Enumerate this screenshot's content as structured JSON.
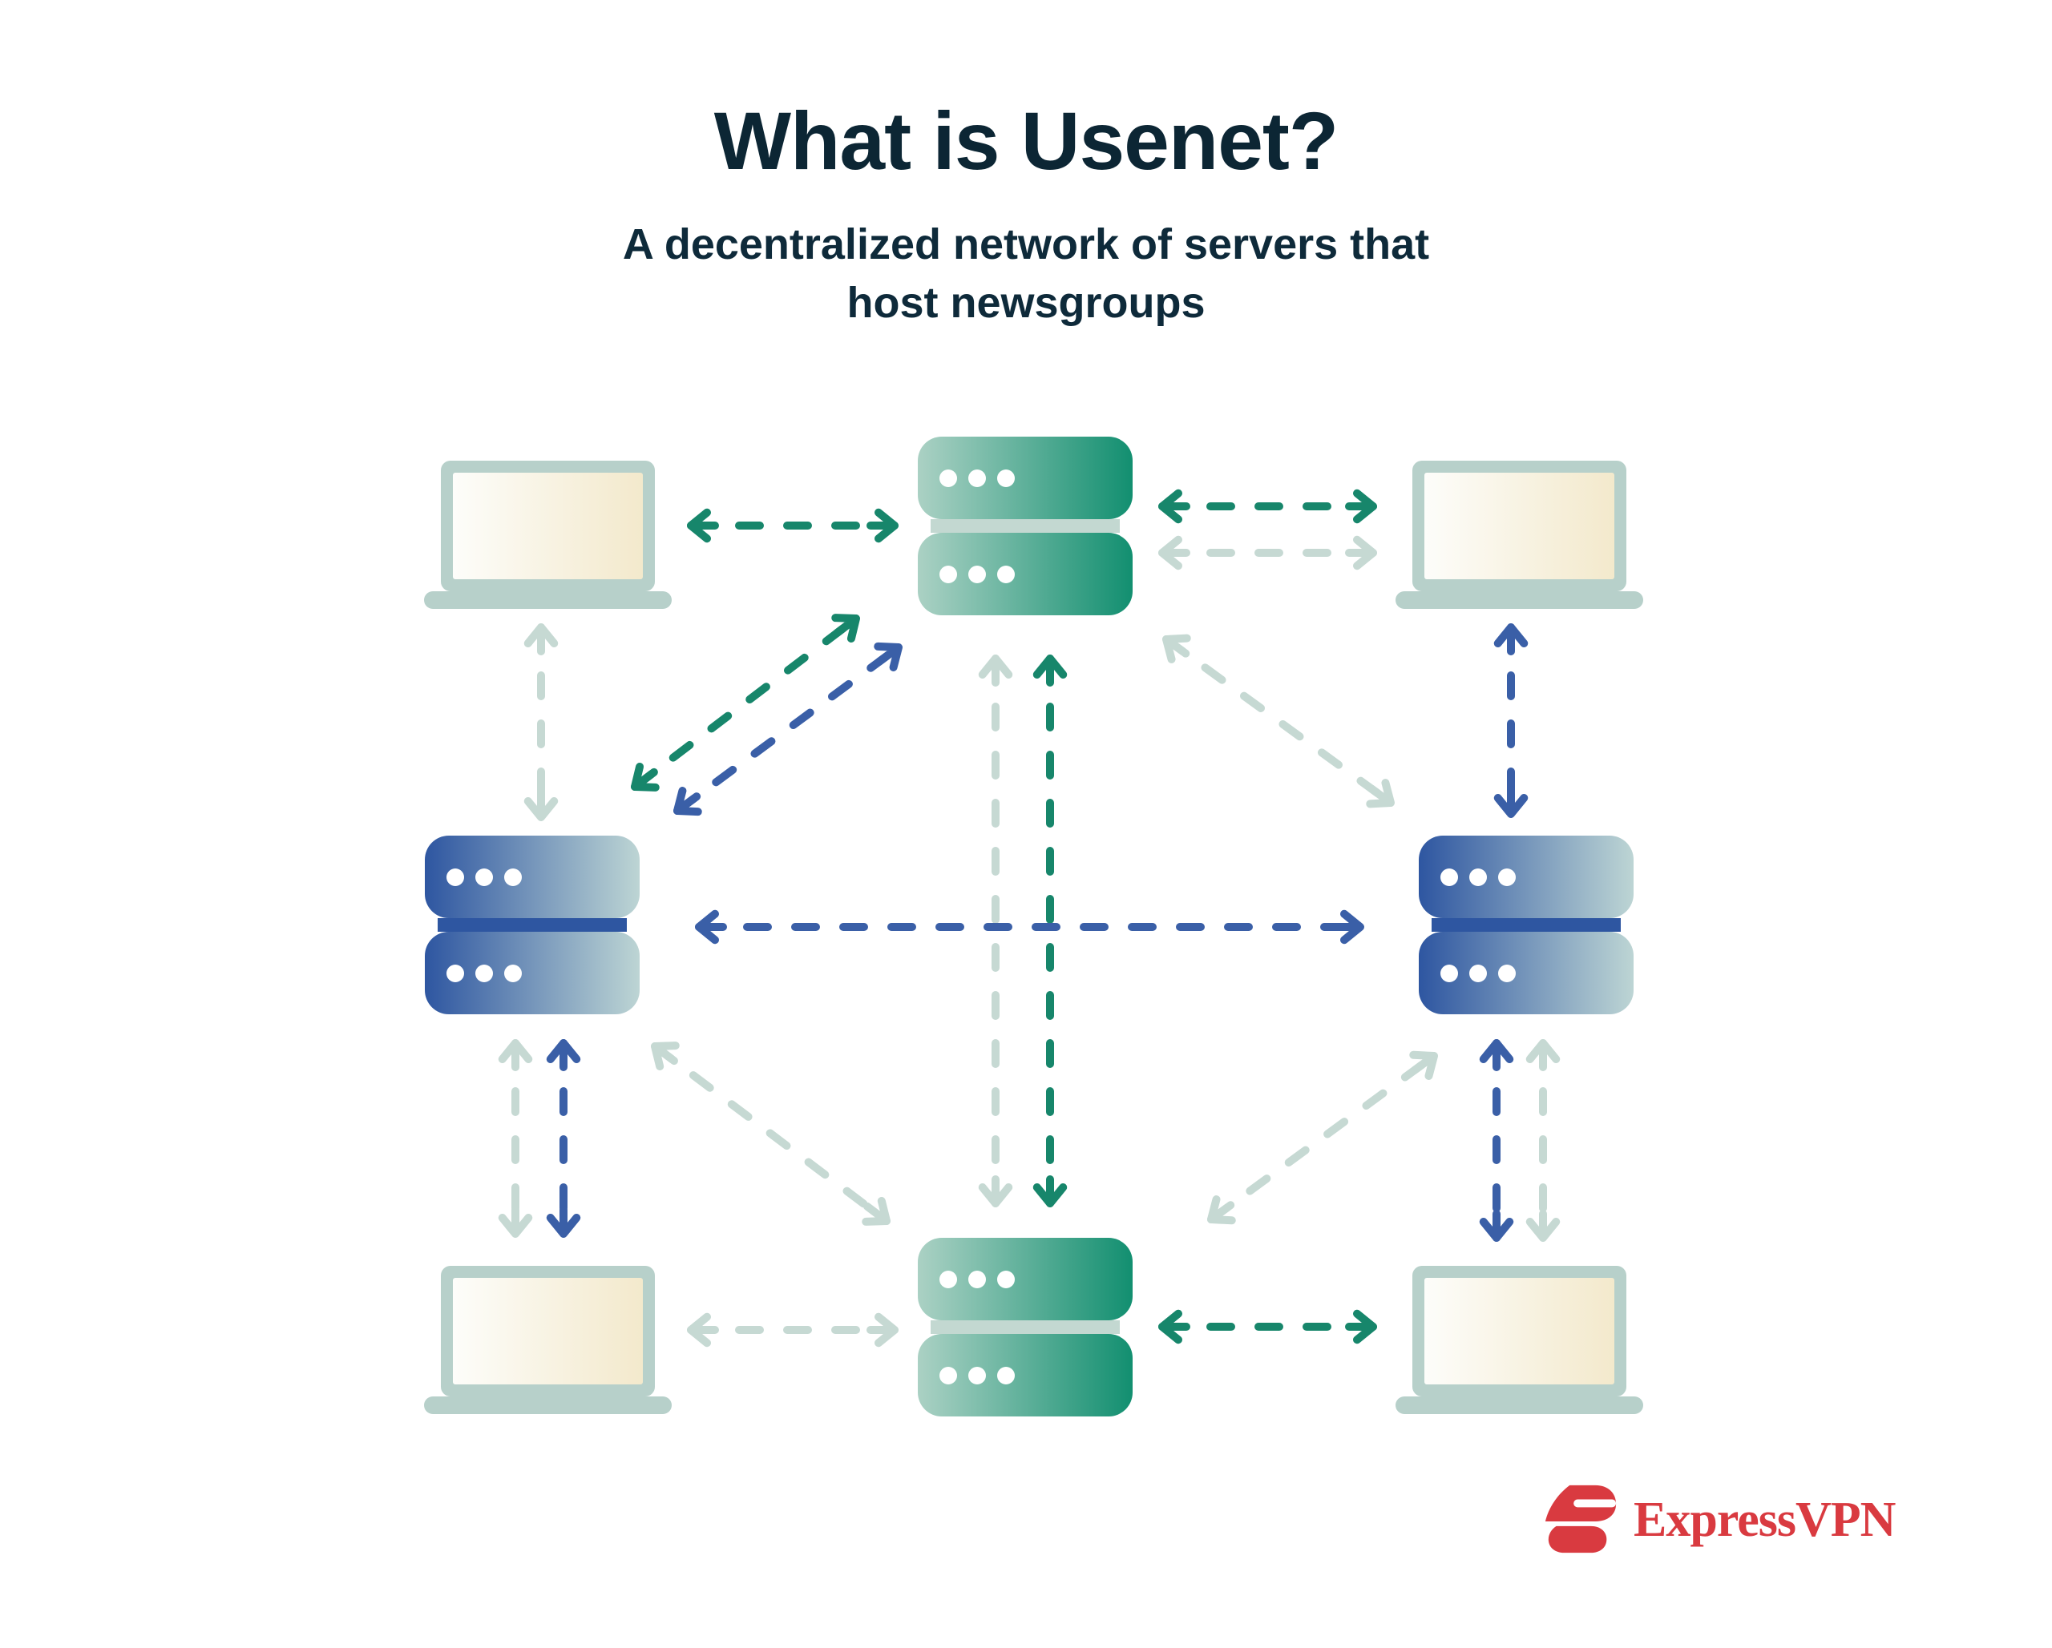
{
  "header": {
    "title": "What is Usenet?",
    "subtitle_lines": [
      "A decentralized network of servers that",
      "host newsgroups"
    ]
  },
  "branding": {
    "name": "ExpressVPN"
  },
  "icons": {
    "expressvpn-logo-icon": "red stacked-bars flag mark"
  },
  "colors": {
    "background": "#ffffff",
    "title_text": "#0c2634",
    "arrow_green": "#17866b",
    "arrow_navy": "#3a5fa7",
    "arrow_sage": "#c6d9d3",
    "server_green_light": "#abd1c4",
    "server_green_dark": "#128f70",
    "server_green_divider": "#c3d8d1",
    "server_blue_dark": "#2e56a1",
    "server_blue_light": "#bdd5d4",
    "server_dots": "#ffffff",
    "laptop_frame": "#b7d0ca",
    "laptop_screen_light": "#fdfdfa",
    "laptop_screen_cream": "#f3e9cc",
    "brand_red": "#d93a40"
  },
  "diagram": {
    "nodes": [
      {
        "id": "server-top",
        "type": "server",
        "color": "green"
      },
      {
        "id": "server-left",
        "type": "server",
        "color": "blue"
      },
      {
        "id": "server-right",
        "type": "server",
        "color": "blue"
      },
      {
        "id": "server-bottom",
        "type": "server",
        "color": "green"
      },
      {
        "id": "laptop-top-left",
        "type": "laptop"
      },
      {
        "id": "laptop-top-right",
        "type": "laptop"
      },
      {
        "id": "laptop-bottom-left",
        "type": "laptop"
      },
      {
        "id": "laptop-bottom-right",
        "type": "laptop"
      }
    ],
    "connections": [
      {
        "from": "laptop-top-left",
        "to": "server-top",
        "color": "green",
        "bidirectional": true
      },
      {
        "from": "server-top",
        "to": "laptop-top-right",
        "color": "green",
        "bidirectional": true
      },
      {
        "from": "server-top",
        "to": "laptop-top-right",
        "color": "sage",
        "bidirectional": true
      },
      {
        "from": "laptop-top-left",
        "to": "server-left",
        "color": "sage",
        "bidirectional": true
      },
      {
        "from": "laptop-top-right",
        "to": "server-right",
        "color": "navy",
        "bidirectional": true
      },
      {
        "from": "server-left",
        "to": "server-top",
        "color": "green",
        "bidirectional": true
      },
      {
        "from": "server-left",
        "to": "server-top",
        "color": "navy",
        "bidirectional": true
      },
      {
        "from": "server-top",
        "to": "server-right",
        "color": "sage",
        "bidirectional": true
      },
      {
        "from": "server-top",
        "to": "server-bottom",
        "color": "sage",
        "bidirectional": true
      },
      {
        "from": "server-top",
        "to": "server-bottom",
        "color": "green",
        "bidirectional": true
      },
      {
        "from": "server-left",
        "to": "server-right",
        "color": "navy",
        "bidirectional": true
      },
      {
        "from": "server-left",
        "to": "server-bottom",
        "color": "sage",
        "bidirectional": true
      },
      {
        "from": "server-bottom",
        "to": "server-right",
        "color": "sage",
        "bidirectional": true
      },
      {
        "from": "server-left",
        "to": "laptop-bottom-left",
        "color": "sage",
        "bidirectional": true
      },
      {
        "from": "server-left",
        "to": "laptop-bottom-left",
        "color": "navy",
        "bidirectional": true
      },
      {
        "from": "server-right",
        "to": "laptop-bottom-right",
        "color": "navy",
        "bidirectional": true
      },
      {
        "from": "server-right",
        "to": "laptop-bottom-right",
        "color": "sage",
        "bidirectional": true
      },
      {
        "from": "laptop-bottom-left",
        "to": "server-bottom",
        "color": "sage",
        "bidirectional": true
      },
      {
        "from": "server-bottom",
        "to": "laptop-bottom-right",
        "color": "green",
        "bidirectional": true
      }
    ]
  }
}
